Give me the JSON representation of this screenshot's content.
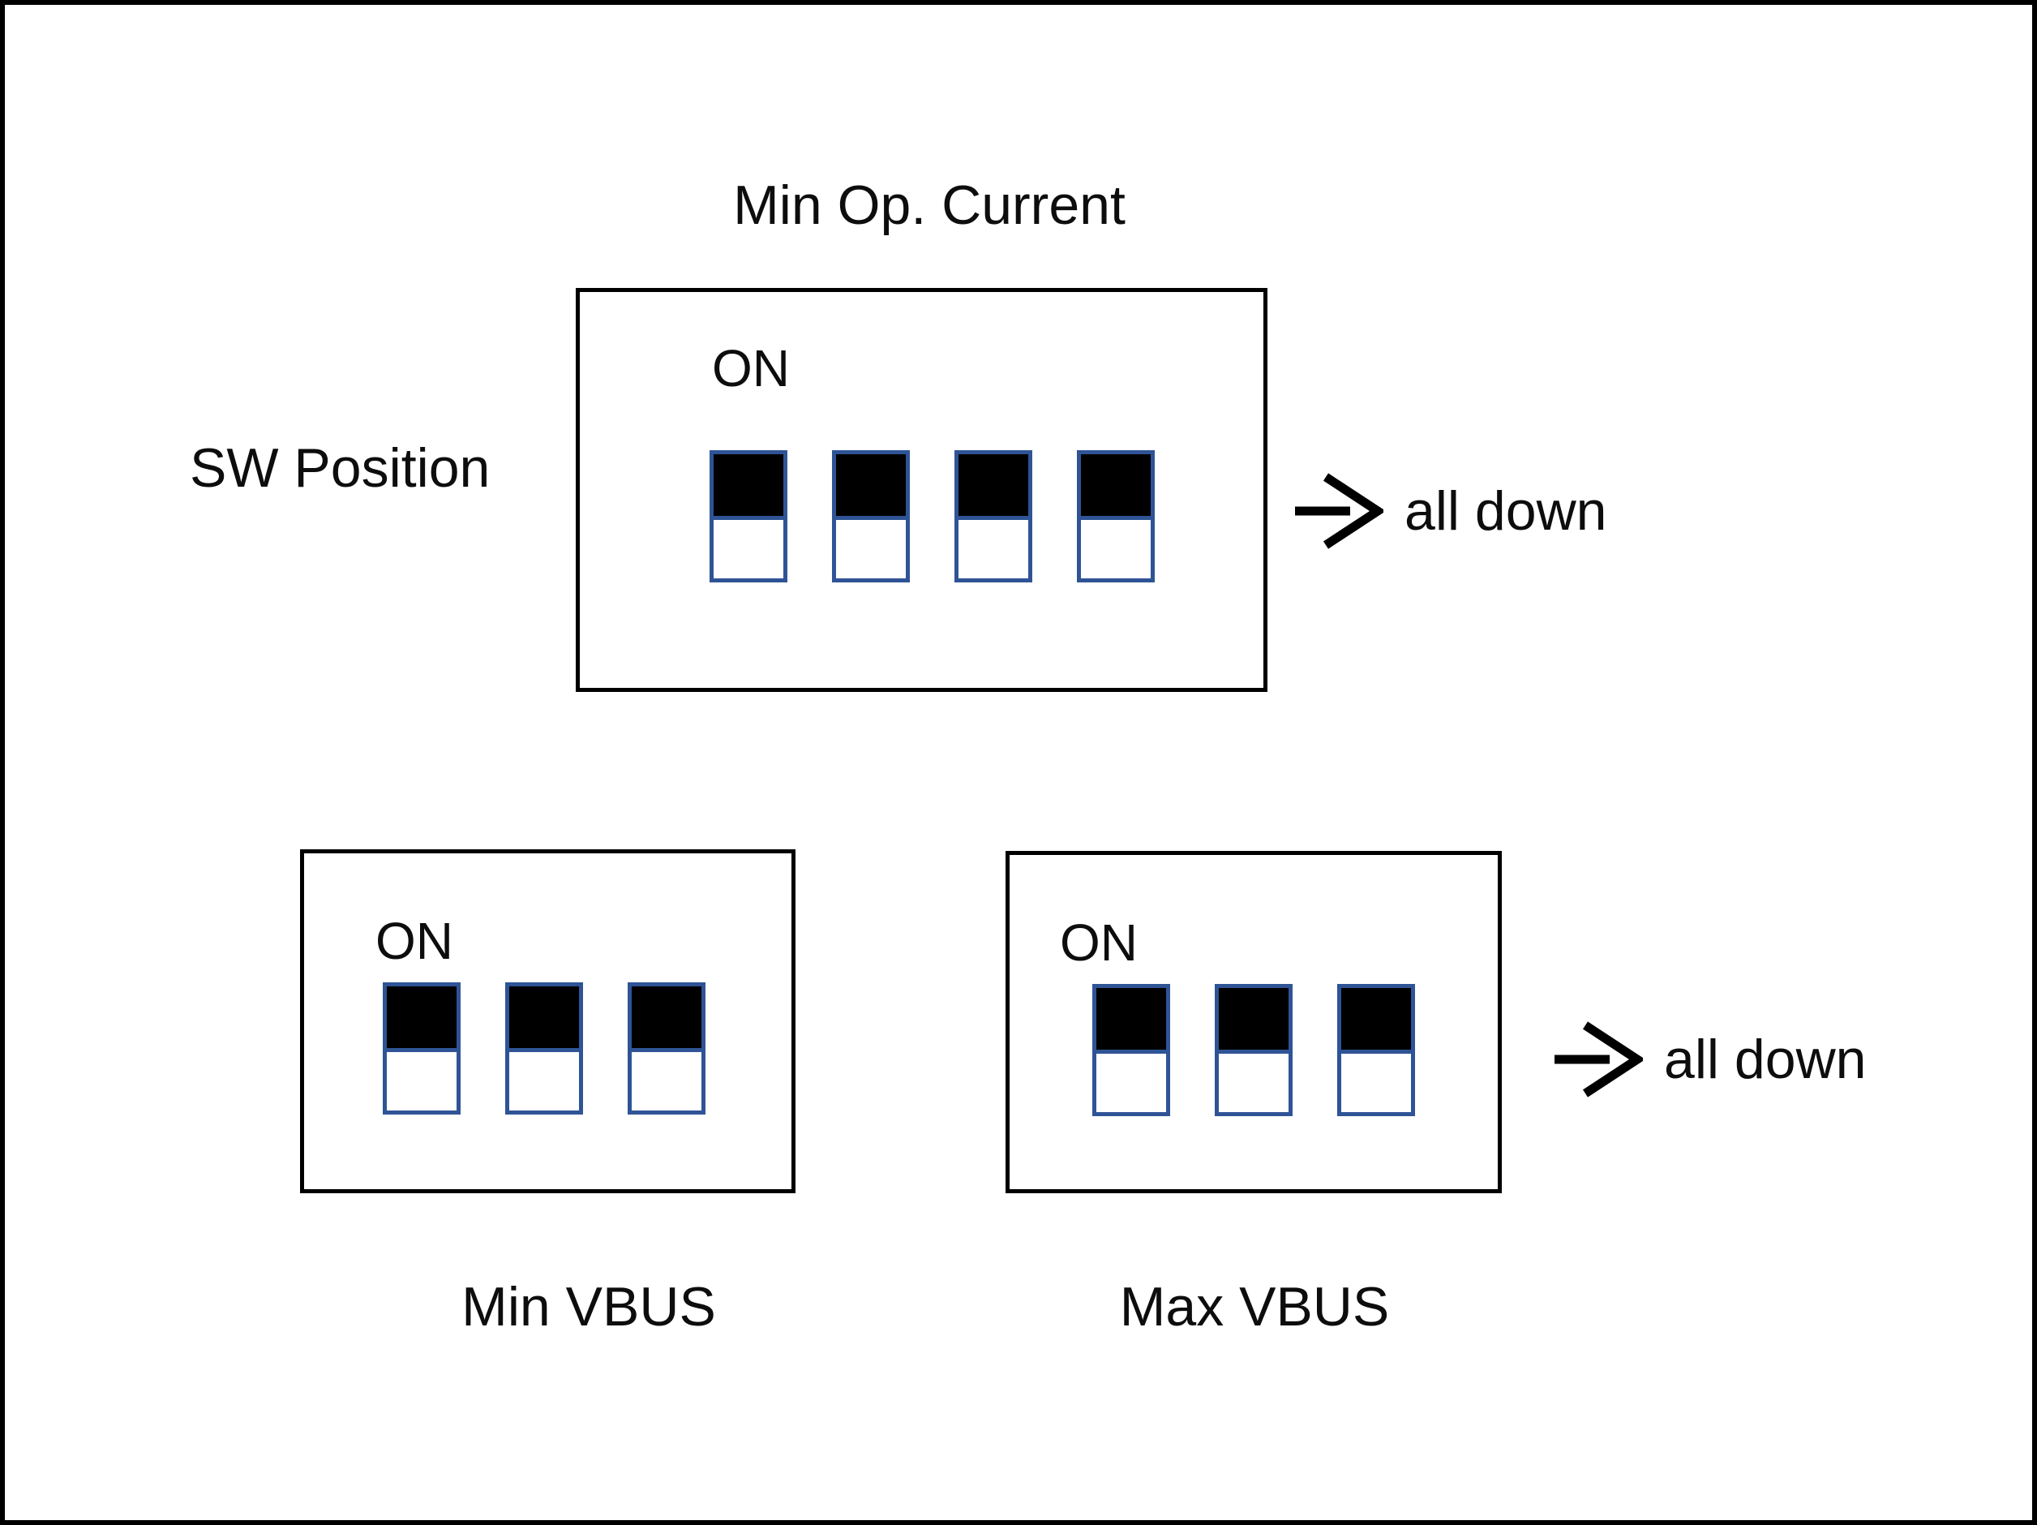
{
  "diagram": {
    "sw_position_label": "SW Position",
    "colors": {
      "switch_border": "#2F5496",
      "switch_on_fill": "#000000",
      "switch_off_fill": "#FFFFFF",
      "box_border": "#000000",
      "text": "#0D0D0D",
      "background": "#FFFFFF"
    },
    "boxes": [
      {
        "id": "min-op-current",
        "caption": "Min Op. Current",
        "caption_position": "above",
        "on_label": "ON",
        "switches": [
          "down",
          "down",
          "down",
          "down"
        ],
        "note": "all down",
        "note_icon": "right-arrow"
      },
      {
        "id": "min-vbus",
        "caption": "Min VBUS",
        "caption_position": "below",
        "on_label": "ON",
        "switches": [
          "down",
          "down",
          "down"
        ],
        "note": ""
      },
      {
        "id": "max-vbus",
        "caption": "Max VBUS",
        "caption_position": "below",
        "on_label": "ON",
        "switches": [
          "down",
          "down",
          "down"
        ],
        "note": "all down",
        "note_icon": "right-arrow"
      }
    ]
  }
}
